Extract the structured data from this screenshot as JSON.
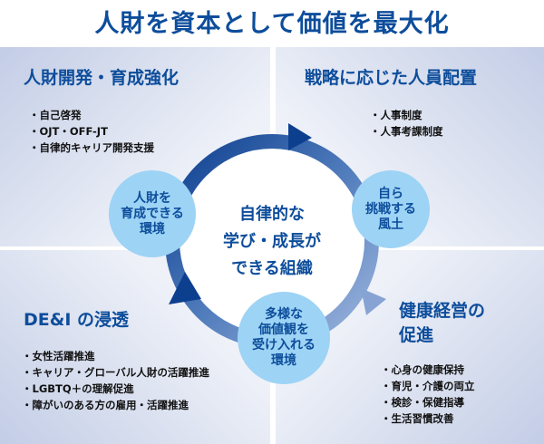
{
  "title": "人財を資本として価値を最大化",
  "quadrants": [
    {
      "heading": "人財開発・育成強化",
      "items": [
        "自己啓発",
        "OJT・OFF-JT",
        "自律的キャリア開発支援"
      ]
    },
    {
      "heading": "戦略に応じた人員配置",
      "items": [
        "人事制度",
        "人事考課制度"
      ]
    },
    {
      "heading": "DE&I の浸透",
      "items": [
        "女性活躍推進",
        "キャリア・グローバル人財の活躍推進",
        "LGBTQ＋の理解促進",
        "障がいのある方の雇用・活躍推進"
      ]
    },
    {
      "heading": "健康経営の\n促進",
      "items": [
        "心身の健康保持",
        "育児・介護の両立",
        "検診・保健指導",
        "生活習慣改善"
      ]
    }
  ],
  "center": "自律的な\n学び・成長が\nできる組織",
  "nodes": [
    "人財を\n育成できる\n環境",
    "自ら\n挑戦する\n風土",
    "多様な\n価値観を\n受け入れる\n環境"
  ],
  "colors": {
    "primary": "#0d4d9b",
    "node": "#9dd3f5"
  }
}
